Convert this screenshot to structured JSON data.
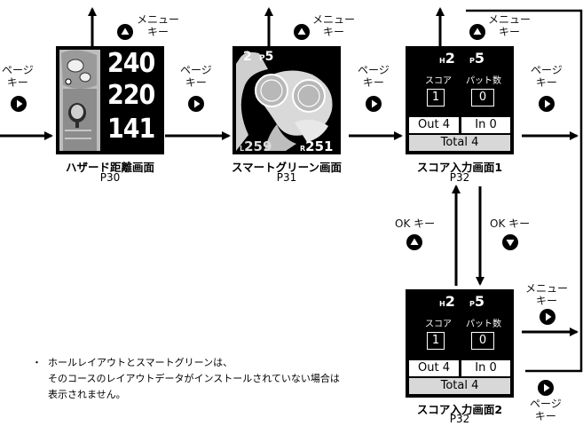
{
  "menu_key_label": [
    "メニュー",
    "キー"
  ],
  "page_key_label": [
    "ページ",
    "キー"
  ],
  "ok_key_label": "OK キー",
  "screens": {
    "hazard": {
      "title": "ハザード距離画面",
      "page": "P30",
      "distances": [
        "240",
        "220",
        "141"
      ]
    },
    "smart_green": {
      "title": "スマートグリーン画面",
      "page": "P31",
      "hole": "2",
      "par": "5",
      "left_value": "259",
      "right_value": "251",
      "left_prefix": "L",
      "right_prefix": "R"
    },
    "score1": {
      "title": "スコア入力画面1",
      "page": "P32",
      "hole_prefix": "H",
      "hole": "2",
      "par_prefix": "P",
      "par": "5",
      "score_label": "スコア",
      "putt_label": "パット数",
      "score_value": "1",
      "putt_value": "0",
      "out": "Out 4",
      "in": "In 0",
      "total": "Total 4"
    },
    "score2": {
      "title": "スコア入力画面2",
      "page": "P32",
      "hole_prefix": "H",
      "hole": "2",
      "par_prefix": "P",
      "par": "5",
      "score_label": "スコア",
      "putt_label": "パット数",
      "score_value": "1",
      "putt_value": "0",
      "out": "Out 4",
      "in": "In 0",
      "total": "Total 4"
    }
  },
  "note": {
    "bullet": "・",
    "lines": [
      "ホールレイアウトとスマートグリーンは、",
      "そのコースのレイアウトデータがインストールされていない場合は",
      "表示されません。"
    ]
  }
}
